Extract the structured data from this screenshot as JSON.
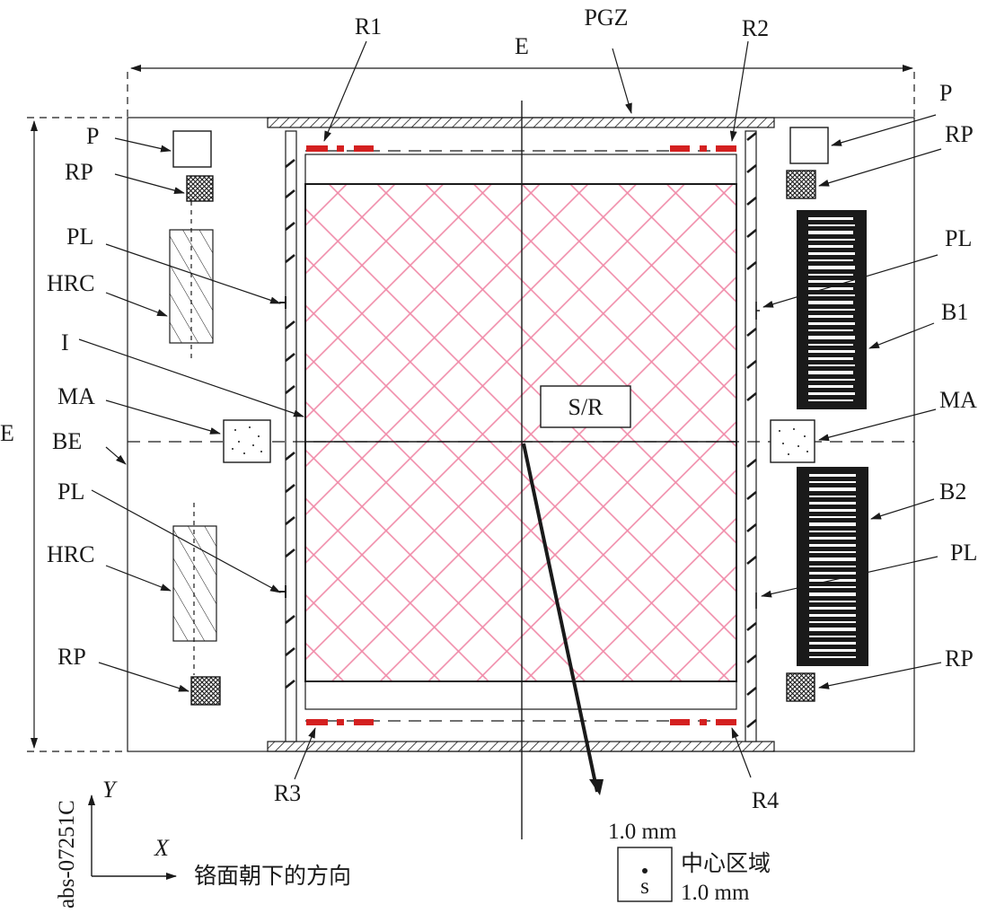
{
  "labels": {
    "E_top": "E",
    "E_left": "E",
    "PGZ": "PGZ",
    "R1": "R1",
    "R2": "R2",
    "R3": "R3",
    "R4": "R4",
    "P_left": "P",
    "P_right": "P",
    "RP_left_top": "RP",
    "RP_right_top": "RP",
    "PL_left_top": "PL",
    "PL_right_top": "PL",
    "HRC_top": "HRC",
    "B1": "B1",
    "I": "I",
    "MA_left": "MA",
    "MA_right": "MA",
    "BE": "BE",
    "PL_left_bottom": "PL",
    "B2": "B2",
    "PL_right_bottom": "PL",
    "HRC_bottom": "HRC",
    "RP_left_bottom": "RP",
    "RP_right_bottom": "RP",
    "SR": "S/R",
    "thickness": "1.0 mm",
    "center_area": "中心区域",
    "center_area_size": "1.0 mm",
    "center_symbol": "s",
    "axis_y": "Y",
    "axis_x": "X",
    "chrome_direction": "铬面朝下的方向",
    "doc_id": "abs-07251C"
  },
  "colors": {
    "line": "#1a1a1a",
    "mesh": "#f08aa8",
    "red_mark": "#d42020"
  }
}
